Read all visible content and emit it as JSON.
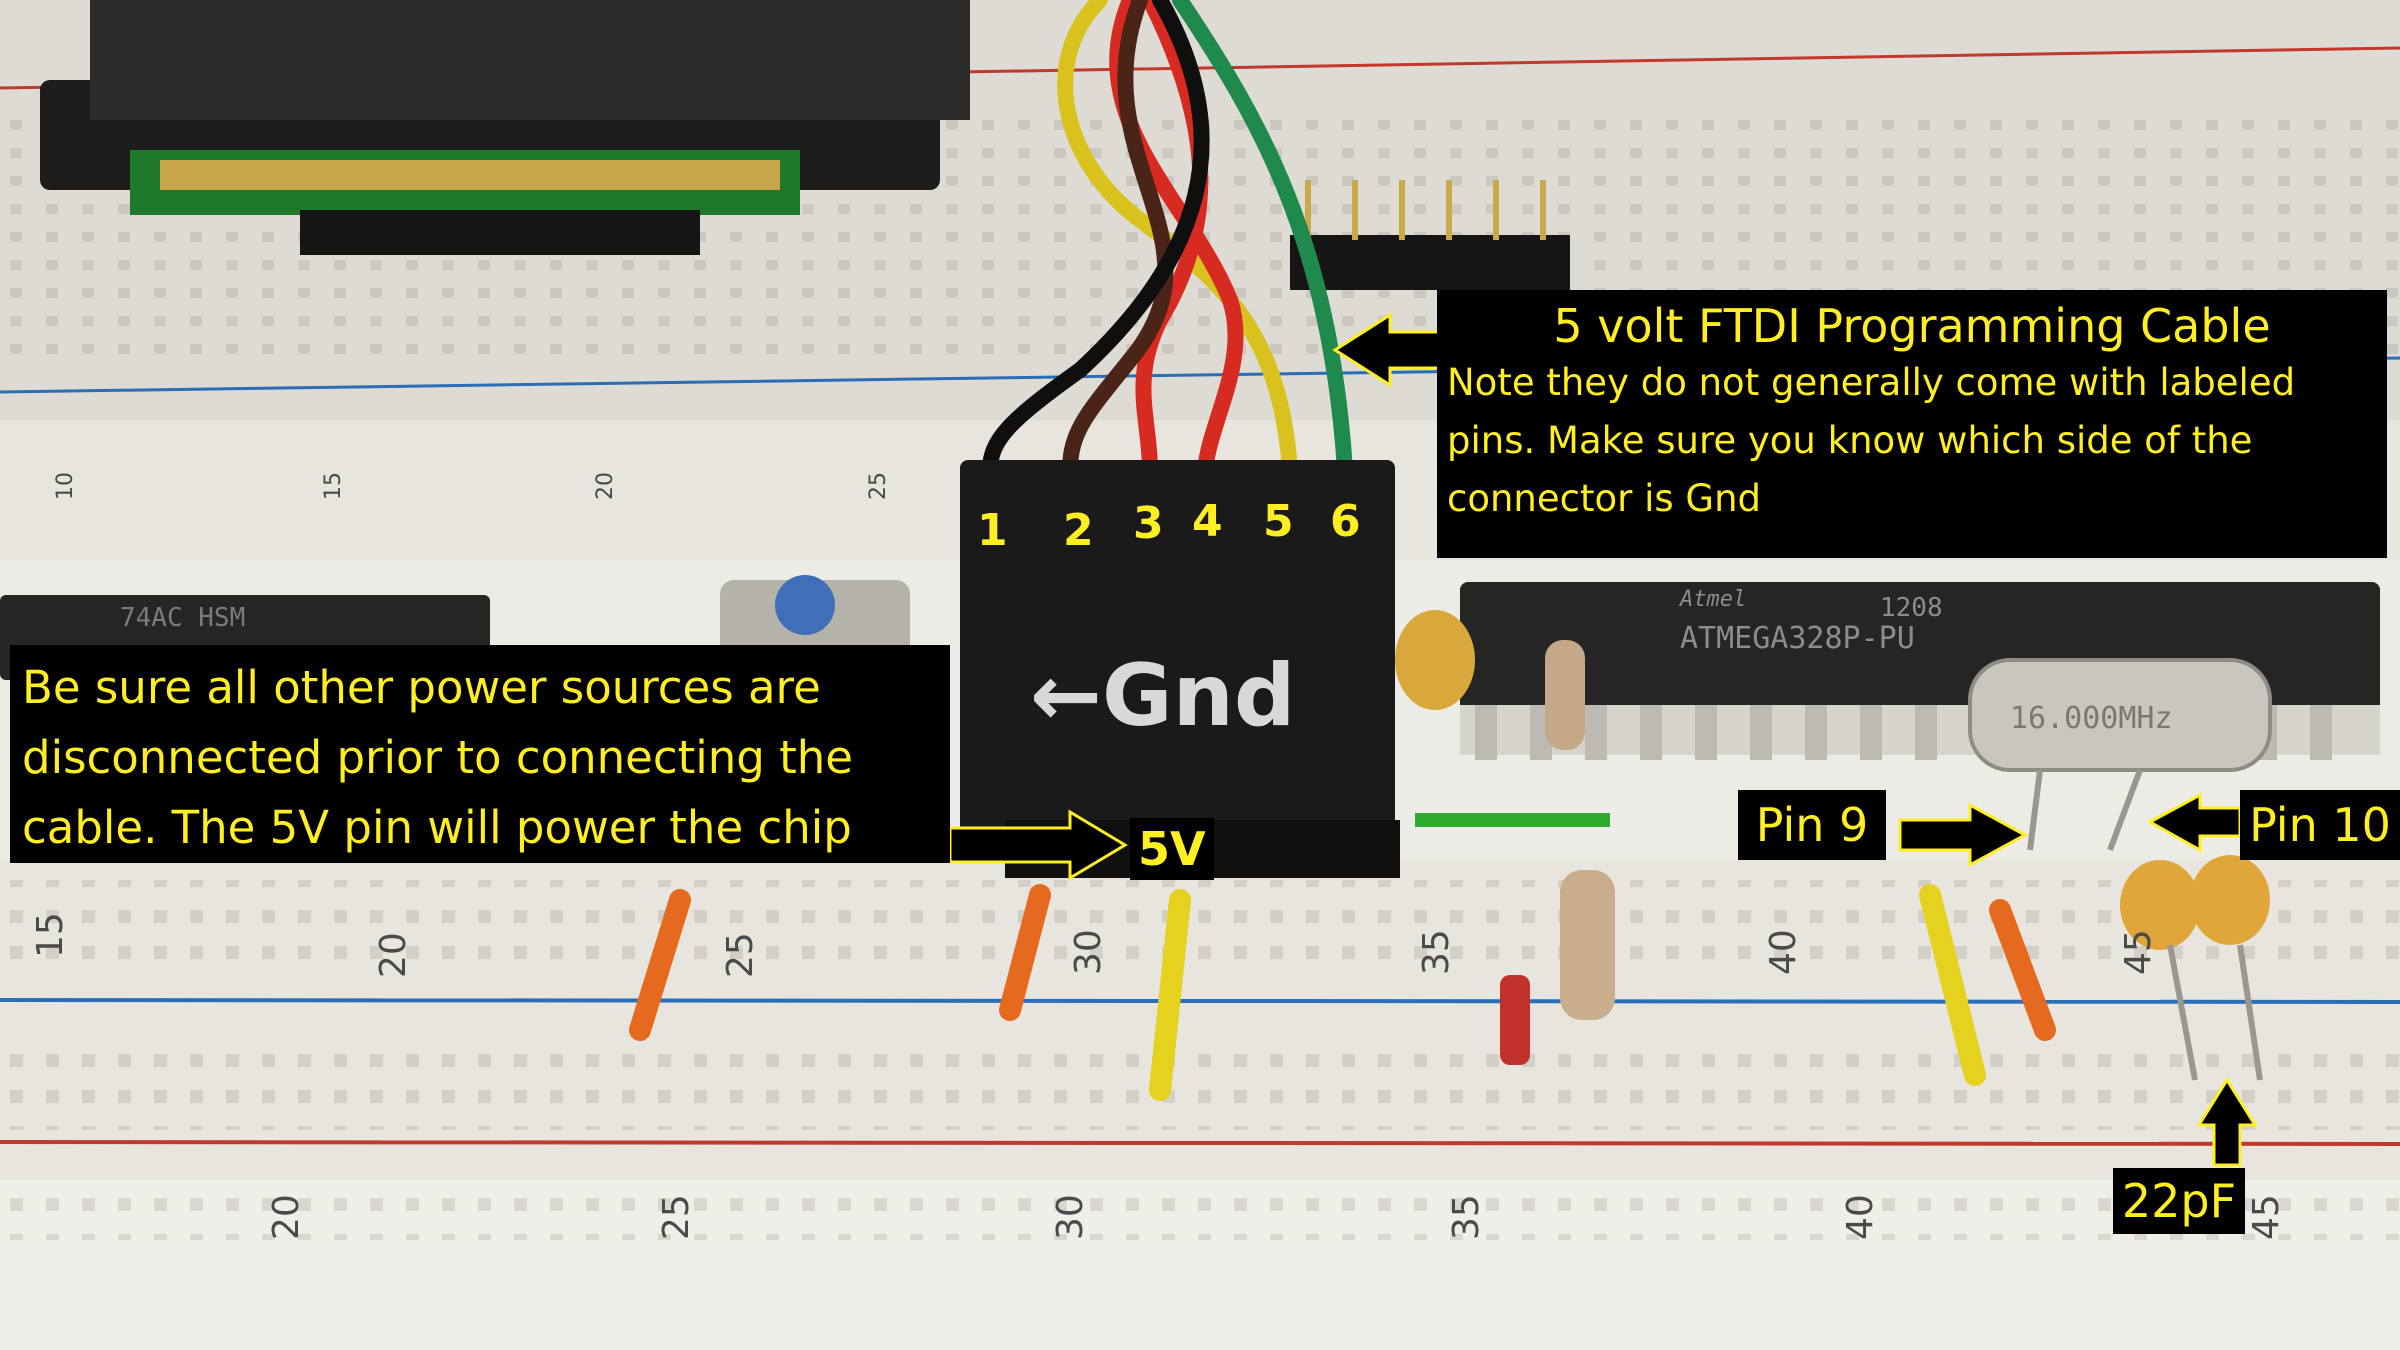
{
  "image": {
    "subject": "breadboard",
    "colors": {
      "board": "#e9e6df",
      "rail_red": "#c0392b",
      "rail_blue": "#2a6fb5",
      "label_bg": "#000000",
      "label_text": "#ffee22",
      "connector": "#1a1a1a"
    }
  },
  "annotations": {
    "ftdi_title": "5 volt FTDI Programming Cable",
    "ftdi_note": "Note they do not generally come with labeled pins. Make sure you know which side of the connector is Gnd",
    "power_note": "Be sure all other power sources are disconnected prior to connecting the cable. The 5V pin will power the chip",
    "vcc_label": "5V",
    "gnd_label": "←Gnd",
    "pin9_label": "Pin 9",
    "pin10_label": "Pin 10",
    "cap_label": "22pF"
  },
  "pins": [
    "1",
    "2",
    "3",
    "4",
    "5",
    "6"
  ],
  "breadboard_numbers": {
    "upper": [
      "15",
      "20",
      "25",
      "30",
      "35",
      "40",
      "45"
    ],
    "lower": [
      "20",
      "25",
      "30",
      "35",
      "40",
      "45"
    ],
    "top": [
      "10",
      "15",
      "20",
      "25"
    ]
  },
  "chip_markings": {
    "atmega_brand": "Atmel",
    "atmega_code": "1208",
    "atmega_part": "ATMEGA328P-PU",
    "crystal": "16.000MHz",
    "ttl_chip": "74AC HSM"
  }
}
